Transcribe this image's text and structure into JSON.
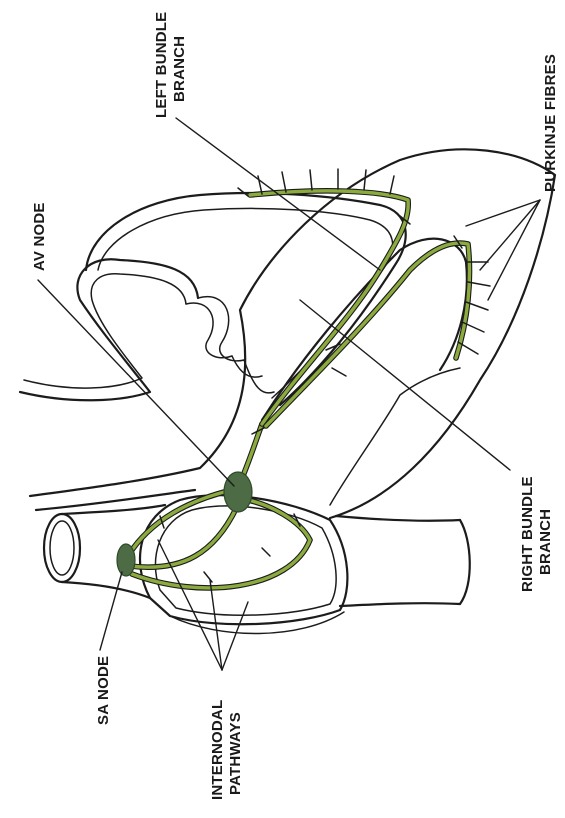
{
  "labels": {
    "av_node": "AV NODE",
    "left_bundle_1": "LEFT BUNDLE",
    "left_bundle_2": "BRANCH",
    "purkinje": "PURKINJE FIBRES",
    "right_bundle_1": "RIGHT BUNDLE",
    "right_bundle_2": "BRANCH",
    "sa_node": "SA NODE",
    "internodal_1": "INTERNODAL",
    "internodal_2": "PATHWAYS"
  },
  "colors": {
    "conduction": "#8cab3e",
    "node": "#4d6b45",
    "ink": "#1c1c1c"
  }
}
